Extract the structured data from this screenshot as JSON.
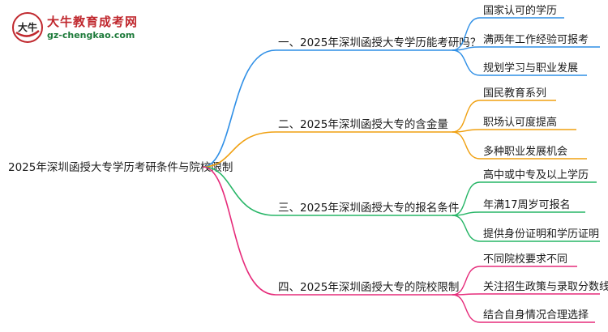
{
  "brand": {
    "name": "大牛教育成考网",
    "url": "gz-chengkao.com",
    "logo_text": "大牛"
  },
  "root": "2025年深圳函授大专学历考研条件与院校限制",
  "branches": [
    {
      "label": "一、2025年深圳函授大专学历能考研吗？",
      "color": "#2f8fe6",
      "children": [
        "国家认可的学历",
        "满两年工作经验可报考",
        "规划学习与职业发展"
      ]
    },
    {
      "label": "二、2025年深圳函授大专的含金量",
      "color": "#f0a010",
      "children": [
        "国民教育系列",
        "职场认可度提高",
        "多种职业发展机会"
      ]
    },
    {
      "label": "三、2025年深圳函授大专的报名条件",
      "color": "#26b566",
      "children": [
        "高中或中专及以上学历",
        "年满17周岁可报名",
        "提供身份证明和学历证明"
      ]
    },
    {
      "label": "四、2025年深圳函授大专的院校限制",
      "color": "#e62b7a",
      "children": [
        "不同院校要求不同",
        "关注招生政策与录取分数线",
        "结合自身情况合理选择"
      ]
    }
  ]
}
